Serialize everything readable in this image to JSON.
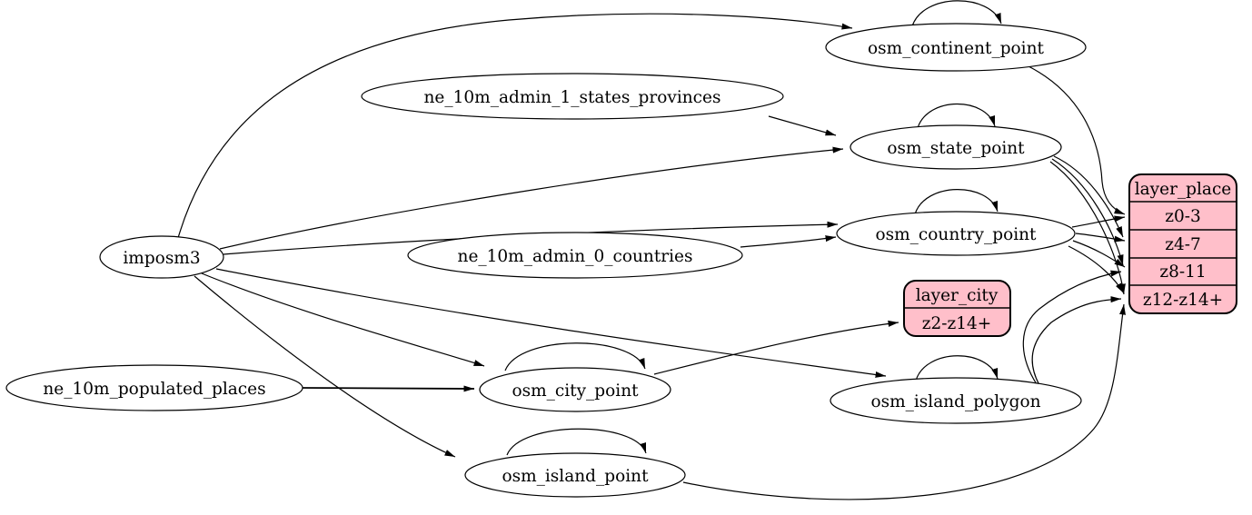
{
  "diagram": {
    "kind": "etl-dataflow-graph",
    "colors": {
      "node_fill": "#ffffff",
      "record_fill": "#ffbfca",
      "stroke": "#000000",
      "bg": "#ffffff"
    },
    "nodes": [
      {
        "id": "imposm3",
        "label": "imposm3"
      },
      {
        "id": "ne_10m_populated_places",
        "label": "ne_10m_populated_places"
      },
      {
        "id": "ne_10m_admin_1_states_provinces",
        "label": "ne_10m_admin_1_states_provinces"
      },
      {
        "id": "ne_10m_admin_0_countries",
        "label": "ne_10m_admin_0_countries"
      },
      {
        "id": "osm_continent_point",
        "label": "osm_continent_point"
      },
      {
        "id": "osm_state_point",
        "label": "osm_state_point"
      },
      {
        "id": "osm_country_point",
        "label": "osm_country_point"
      },
      {
        "id": "osm_city_point",
        "label": "osm_city_point"
      },
      {
        "id": "osm_island_polygon",
        "label": "osm_island_polygon"
      },
      {
        "id": "osm_island_point",
        "label": "osm_island_point"
      }
    ],
    "records": [
      {
        "id": "layer_place",
        "title": "layer_place",
        "rows": [
          "z0-3",
          "z4-7",
          "z8-11",
          "z12-z14+"
        ]
      },
      {
        "id": "layer_city",
        "title": "layer_city",
        "rows": [
          "z2-z14+"
        ]
      }
    ],
    "edges": [
      {
        "from": "imposm3",
        "to": "osm_continent_point"
      },
      {
        "from": "imposm3",
        "to": "osm_state_point"
      },
      {
        "from": "imposm3",
        "to": "osm_country_point"
      },
      {
        "from": "imposm3",
        "to": "osm_city_point"
      },
      {
        "from": "imposm3",
        "to": "osm_island_polygon"
      },
      {
        "from": "imposm3",
        "to": "osm_island_point"
      },
      {
        "from": "ne_10m_admin_1_states_provinces",
        "to": "osm_state_point"
      },
      {
        "from": "ne_10m_admin_0_countries",
        "to": "osm_country_point"
      },
      {
        "from": "ne_10m_populated_places",
        "to": "osm_city_point"
      },
      {
        "from": "osm_continent_point",
        "to": "osm_continent_point"
      },
      {
        "from": "osm_state_point",
        "to": "osm_state_point"
      },
      {
        "from": "osm_country_point",
        "to": "osm_country_point"
      },
      {
        "from": "osm_city_point",
        "to": "osm_city_point"
      },
      {
        "from": "osm_island_polygon",
        "to": "osm_island_polygon"
      },
      {
        "from": "osm_island_point",
        "to": "osm_island_point"
      },
      {
        "from": "osm_continent_point",
        "to": "layer_place",
        "port": "z0-3"
      },
      {
        "from": "osm_country_point",
        "to": "layer_place",
        "port": "z0-3"
      },
      {
        "from": "osm_state_point",
        "to": "layer_place",
        "port": "z4-7"
      },
      {
        "from": "osm_country_point",
        "to": "layer_place",
        "port": "z4-7"
      },
      {
        "from": "osm_state_point",
        "to": "layer_place",
        "port": "z8-11"
      },
      {
        "from": "osm_country_point",
        "to": "layer_place",
        "port": "z8-11"
      },
      {
        "from": "osm_island_polygon",
        "to": "layer_place",
        "port": "z8-11"
      },
      {
        "from": "osm_state_point",
        "to": "layer_place",
        "port": "z12-z14+"
      },
      {
        "from": "osm_country_point",
        "to": "layer_place",
        "port": "z12-z14+"
      },
      {
        "from": "osm_island_polygon",
        "to": "layer_place",
        "port": "z12-z14+"
      },
      {
        "from": "osm_island_point",
        "to": "layer_place",
        "port": "z12-z14+"
      },
      {
        "from": "osm_city_point",
        "to": "layer_city",
        "port": "z2-z14+"
      }
    ]
  }
}
